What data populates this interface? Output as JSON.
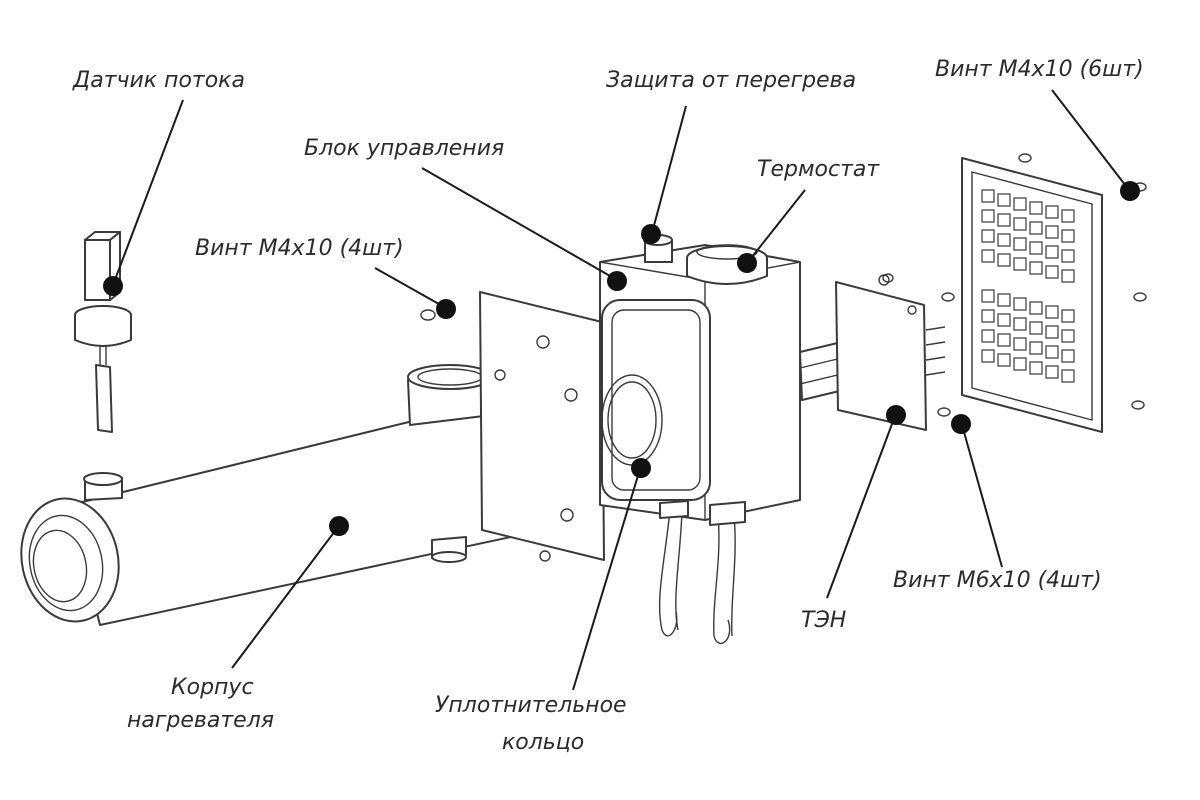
{
  "labels": {
    "flow_sensor": "Датчик потока",
    "overheat_protection": "Защита от перегрева",
    "screw_m4_6": "Винт M4x10 (6шт)",
    "control_unit": "Блок управления",
    "thermostat": "Термостат",
    "screw_m4_4": "Винт M4x10 (4шт)",
    "heater_body_line1": "Корпус",
    "heater_body_line2": "нагревателя",
    "seal_ring_line1": "Уплотнительное",
    "seal_ring_line2": "кольцо",
    "heating_element": "ТЭН",
    "screw_m6_4": "Винт M6x10 (4шт)"
  }
}
